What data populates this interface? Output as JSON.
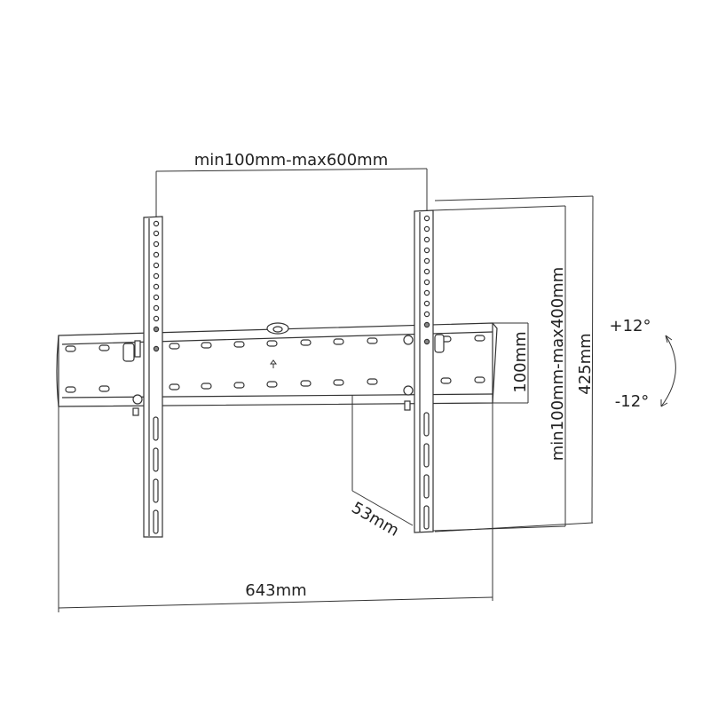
{
  "diagram": {
    "subject": "Tilting TV wall mount bracket",
    "colors": {
      "line": "#333333",
      "text": "#222222",
      "background": "#ffffff"
    },
    "dimensions": {
      "horizontal_vesa": "min100mm-max600mm",
      "vertical_vesa": "min100mm-max400mm",
      "overall_height": "425mm",
      "wall_plate_height": "100mm",
      "depth": "53mm",
      "overall_width": "643mm"
    },
    "tilt": {
      "up": "+12°",
      "down": "-12°"
    }
  }
}
